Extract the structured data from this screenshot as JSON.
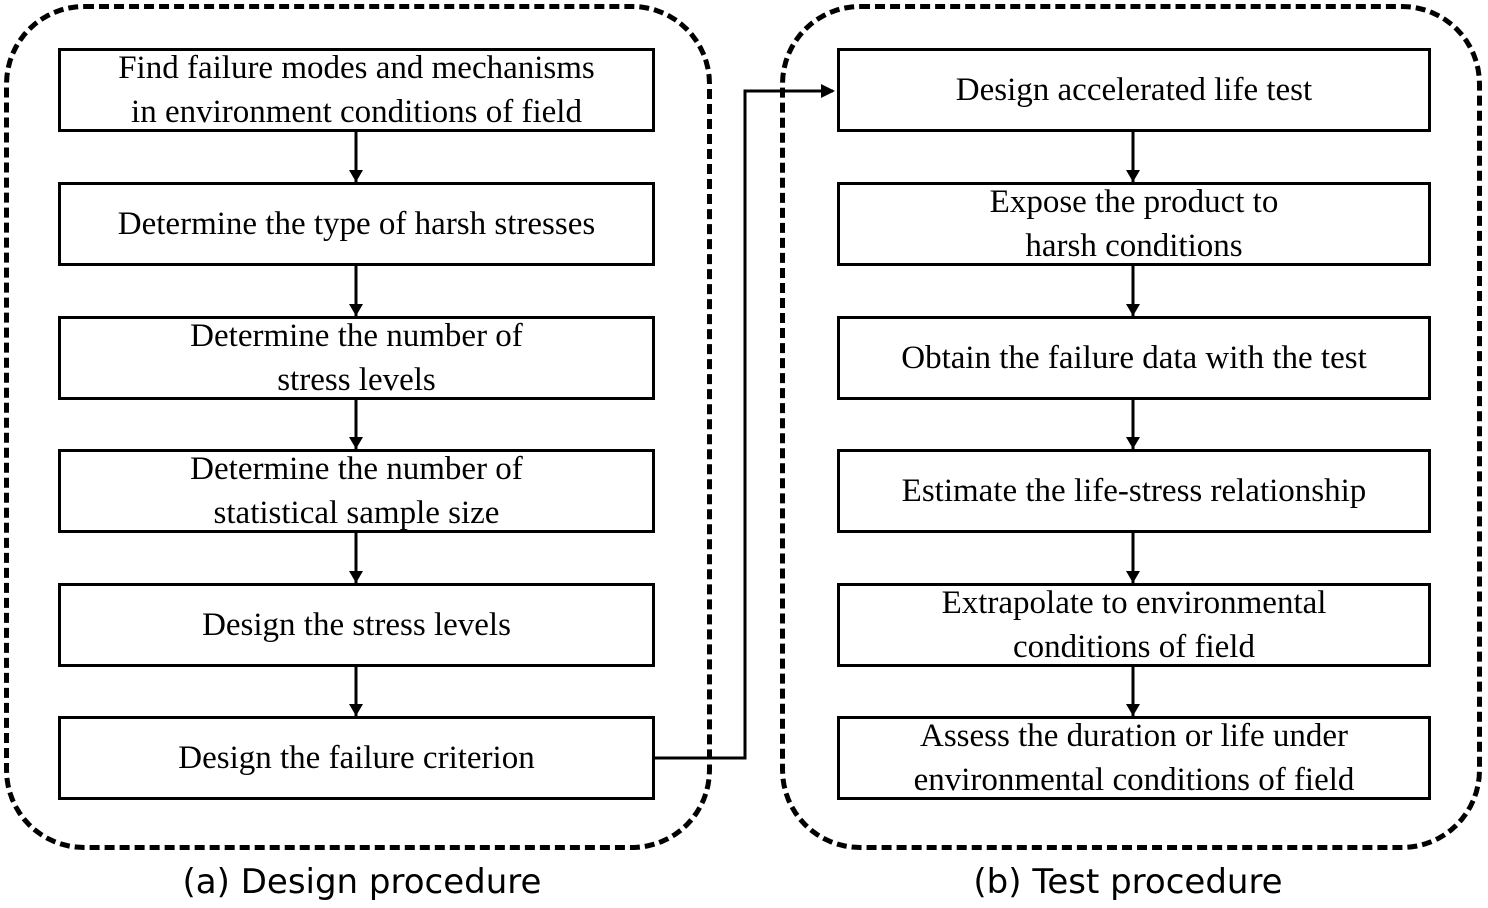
{
  "design_procedure": {
    "caption": "(a) Design procedure",
    "steps": [
      [
        "Find failure modes and mechanisms",
        "in environment conditions of field"
      ],
      [
        "Determine the type of harsh stresses"
      ],
      [
        "Determine the number of",
        "stress levels"
      ],
      [
        "Determine the number of",
        "statistical sample size"
      ],
      [
        "Design the stress levels"
      ],
      [
        "Design the failure criterion"
      ]
    ]
  },
  "test_procedure": {
    "caption": "(b) Test procedure",
    "steps": [
      [
        "Design accelerated life test"
      ],
      [
        "Expose the product to",
        "harsh conditions"
      ],
      [
        "Obtain the failure data with the test"
      ],
      [
        "Estimate the life-stress relationship"
      ],
      [
        "Extrapolate to environmental",
        "conditions of field"
      ],
      [
        "Assess the duration or life under",
        "environmental conditions of field"
      ]
    ]
  }
}
